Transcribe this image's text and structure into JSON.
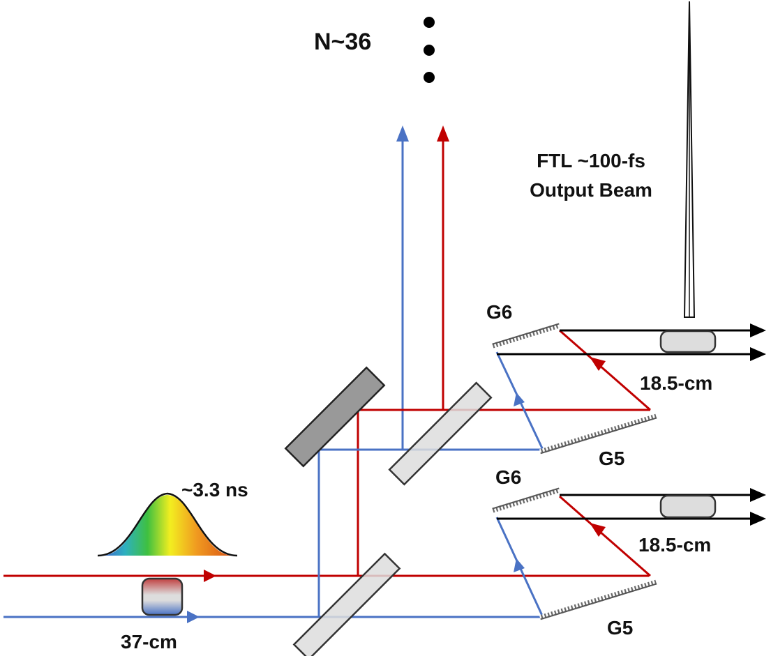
{
  "labels": {
    "pass_count": "N~36",
    "output_line1": "FTL ~100-fs",
    "output_line2": "Output Beam",
    "pulse_duration": "~3.3 ns",
    "input_pulse_width": "37-cm",
    "upper_pulse_width": "18.5-cm",
    "lower_pulse_width": "18.5-cm",
    "upper_grating_top": "G6",
    "upper_grating_bottom": "G5",
    "lower_grating_top": "G6",
    "lower_grating_bottom": "G5"
  },
  "colors": {
    "red_beam": "#c00000",
    "blue_beam": "#4a72c4",
    "output_beam": "#000000",
    "mirror": "#999999",
    "beam_splitter": "#dddddd"
  }
}
